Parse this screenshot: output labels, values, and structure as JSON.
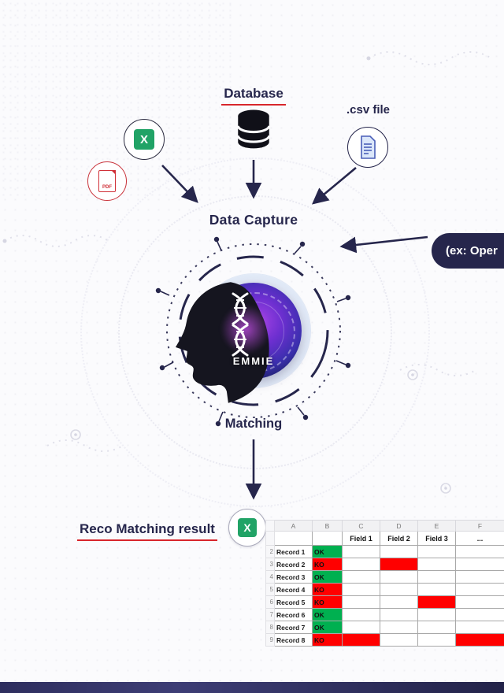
{
  "labels": {
    "database": "Database",
    "csv_file": ".csv file",
    "data_capture": "Data Capture",
    "matching": "Matching",
    "result": "Reco Matching result",
    "pill": "(ex: Oper",
    "emmie": "EMMIE"
  },
  "icons": {
    "excel_letter": "X",
    "pdf_label": "PDF"
  },
  "table": {
    "col_letters": [
      "A",
      "B",
      "C",
      "D",
      "E",
      "F"
    ],
    "field_headers": [
      "",
      "",
      "Field 1",
      "Field 2",
      "Field 3",
      "..."
    ],
    "row_numbers": [
      "2",
      "3",
      "4",
      "5",
      "6",
      "7",
      "8",
      "9"
    ],
    "rows": [
      {
        "record": "Record 1",
        "status": "OK",
        "red_cells": []
      },
      {
        "record": "Record 2",
        "status": "KO",
        "red_cells": [
          "D"
        ]
      },
      {
        "record": "Record 3",
        "status": "OK",
        "red_cells": []
      },
      {
        "record": "Record 4",
        "status": "KO",
        "red_cells": []
      },
      {
        "record": "Record 5",
        "status": "KO",
        "red_cells": [
          "E"
        ]
      },
      {
        "record": "Record 6",
        "status": "OK",
        "red_cells": []
      },
      {
        "record": "Record 7",
        "status": "OK",
        "red_cells": []
      },
      {
        "record": "Record 8",
        "status": "KO",
        "red_cells": [
          "C",
          "F"
        ]
      }
    ]
  },
  "colors": {
    "navy": "#26264c",
    "red_accent": "#d8262c",
    "cell_red": "#ff0000",
    "cell_green": "#00b050",
    "excel_green": "#21a366",
    "csv_blue": "#4a5fb8",
    "orb_purple": "#a343e4",
    "orb_blue": "#1b2060"
  }
}
